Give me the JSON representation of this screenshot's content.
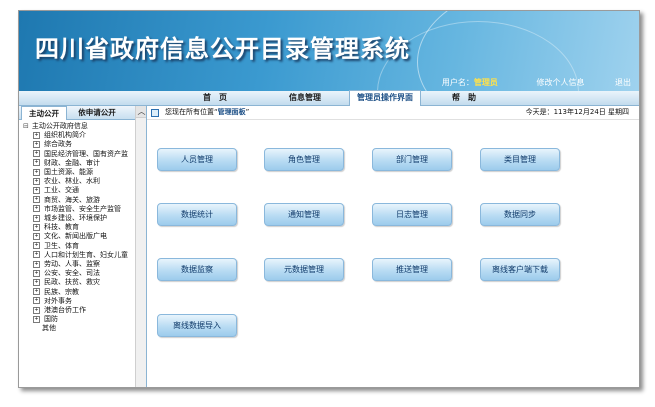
{
  "app_title": "四川省政府信息公开目录管理系统",
  "userbar": {
    "user_label": "用户名：",
    "user_name": "管理员",
    "edit_profile": "修改个人信息",
    "logout": "退出"
  },
  "nav": [
    "首　页",
    "信息管理",
    "管理员操作界面",
    "帮　助"
  ],
  "sidebar": {
    "tabs": [
      "主动公开",
      "依申请公开"
    ],
    "root": "主动公开政府信息",
    "items": [
      "组织机构简介",
      "综合政务",
      "国民经济管理、国有资产监",
      "财政、金融、审计",
      "国土资源、能源",
      "农业、林业、水利",
      "工业、交通",
      "商贸、海关、旅游",
      "市场监管、安全生产监管",
      "城乡建设、环境保护",
      "科技、教育",
      "文化、新闻出版广电",
      "卫生、体育",
      "人口和计划生育、妇女儿童",
      "劳动、人事、监察",
      "公安、安全、司法",
      "民政、扶贫、救灾",
      "民族、宗教",
      "对外事务",
      "港澳台侨工作",
      "国防"
    ],
    "last": "其他"
  },
  "breadcrumb": {
    "prefix": "您现在所有位置“",
    "current": "管理面板",
    "suffix": "”",
    "date": "今天是：113年12月24日 星期四"
  },
  "buttons": [
    "人员管理",
    "角色管理",
    "部门管理",
    "类目管理",
    "数据统计",
    "通知管理",
    "日志管理",
    "数据同步",
    "数据监察",
    "元数据管理",
    "推送管理",
    "离线客户端下载",
    "离线数据导入"
  ]
}
